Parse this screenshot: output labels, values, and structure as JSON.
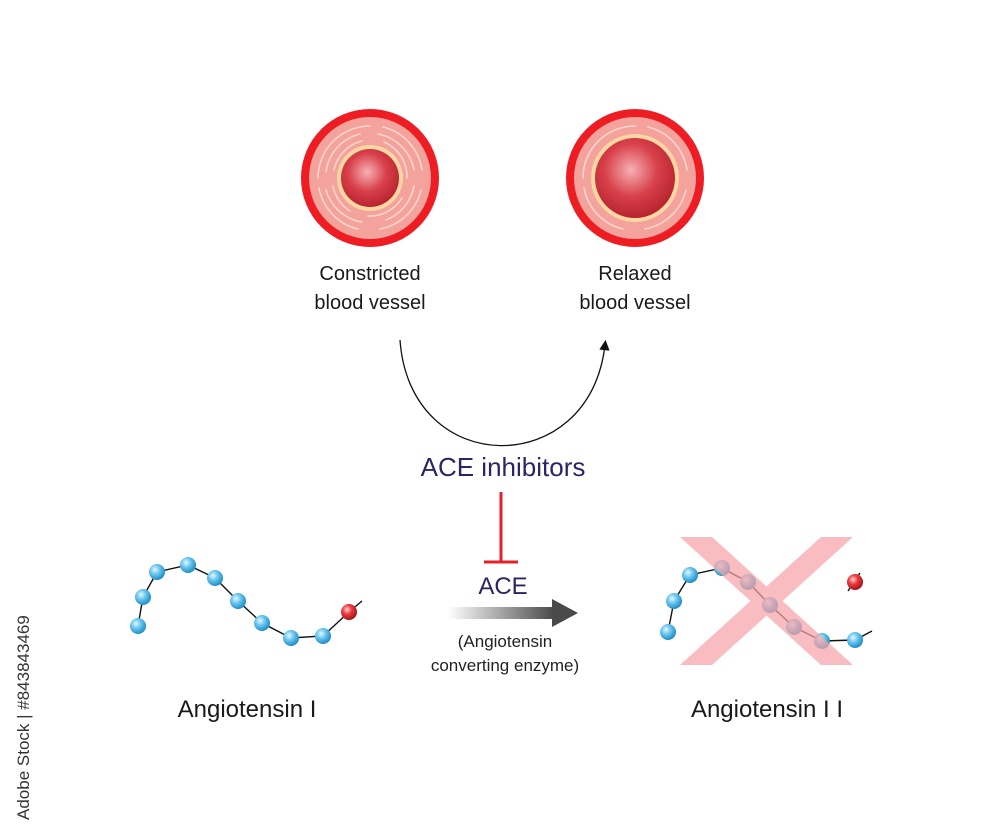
{
  "vessels": {
    "constricted": {
      "line1": "Constricted",
      "line2": "blood vessel"
    },
    "relaxed": {
      "line1": "Relaxed",
      "line2": "blood vessel"
    }
  },
  "inhibitor": {
    "label": "ACE inhibitors"
  },
  "enzyme": {
    "abbr": "ACE",
    "full_line1": "(Angiotensin",
    "full_line2": "converting enzyme)"
  },
  "peptides": {
    "left": {
      "label": "Angiotensin I"
    },
    "right": {
      "label": "Angiotensin I I"
    }
  },
  "watermark": {
    "stock_id": "Adobe Stock | #843843469"
  },
  "colors": {
    "vessel_outer": "#ee1d23",
    "vessel_wall": "#f4a8a0",
    "vessel_lumen": "#d8404a",
    "bead_blue": "#45b6e6",
    "bead_red": "#e4202a",
    "bead_purple": "#8e5f9a",
    "inhibit_red": "#e4202a",
    "text_navy": "#2b2566",
    "cross_pink": "#f7a3a8"
  },
  "icons": [
    "curved-arrow-icon",
    "inhibition-bar-icon",
    "gradient-arrow-icon",
    "cross-icon"
  ]
}
